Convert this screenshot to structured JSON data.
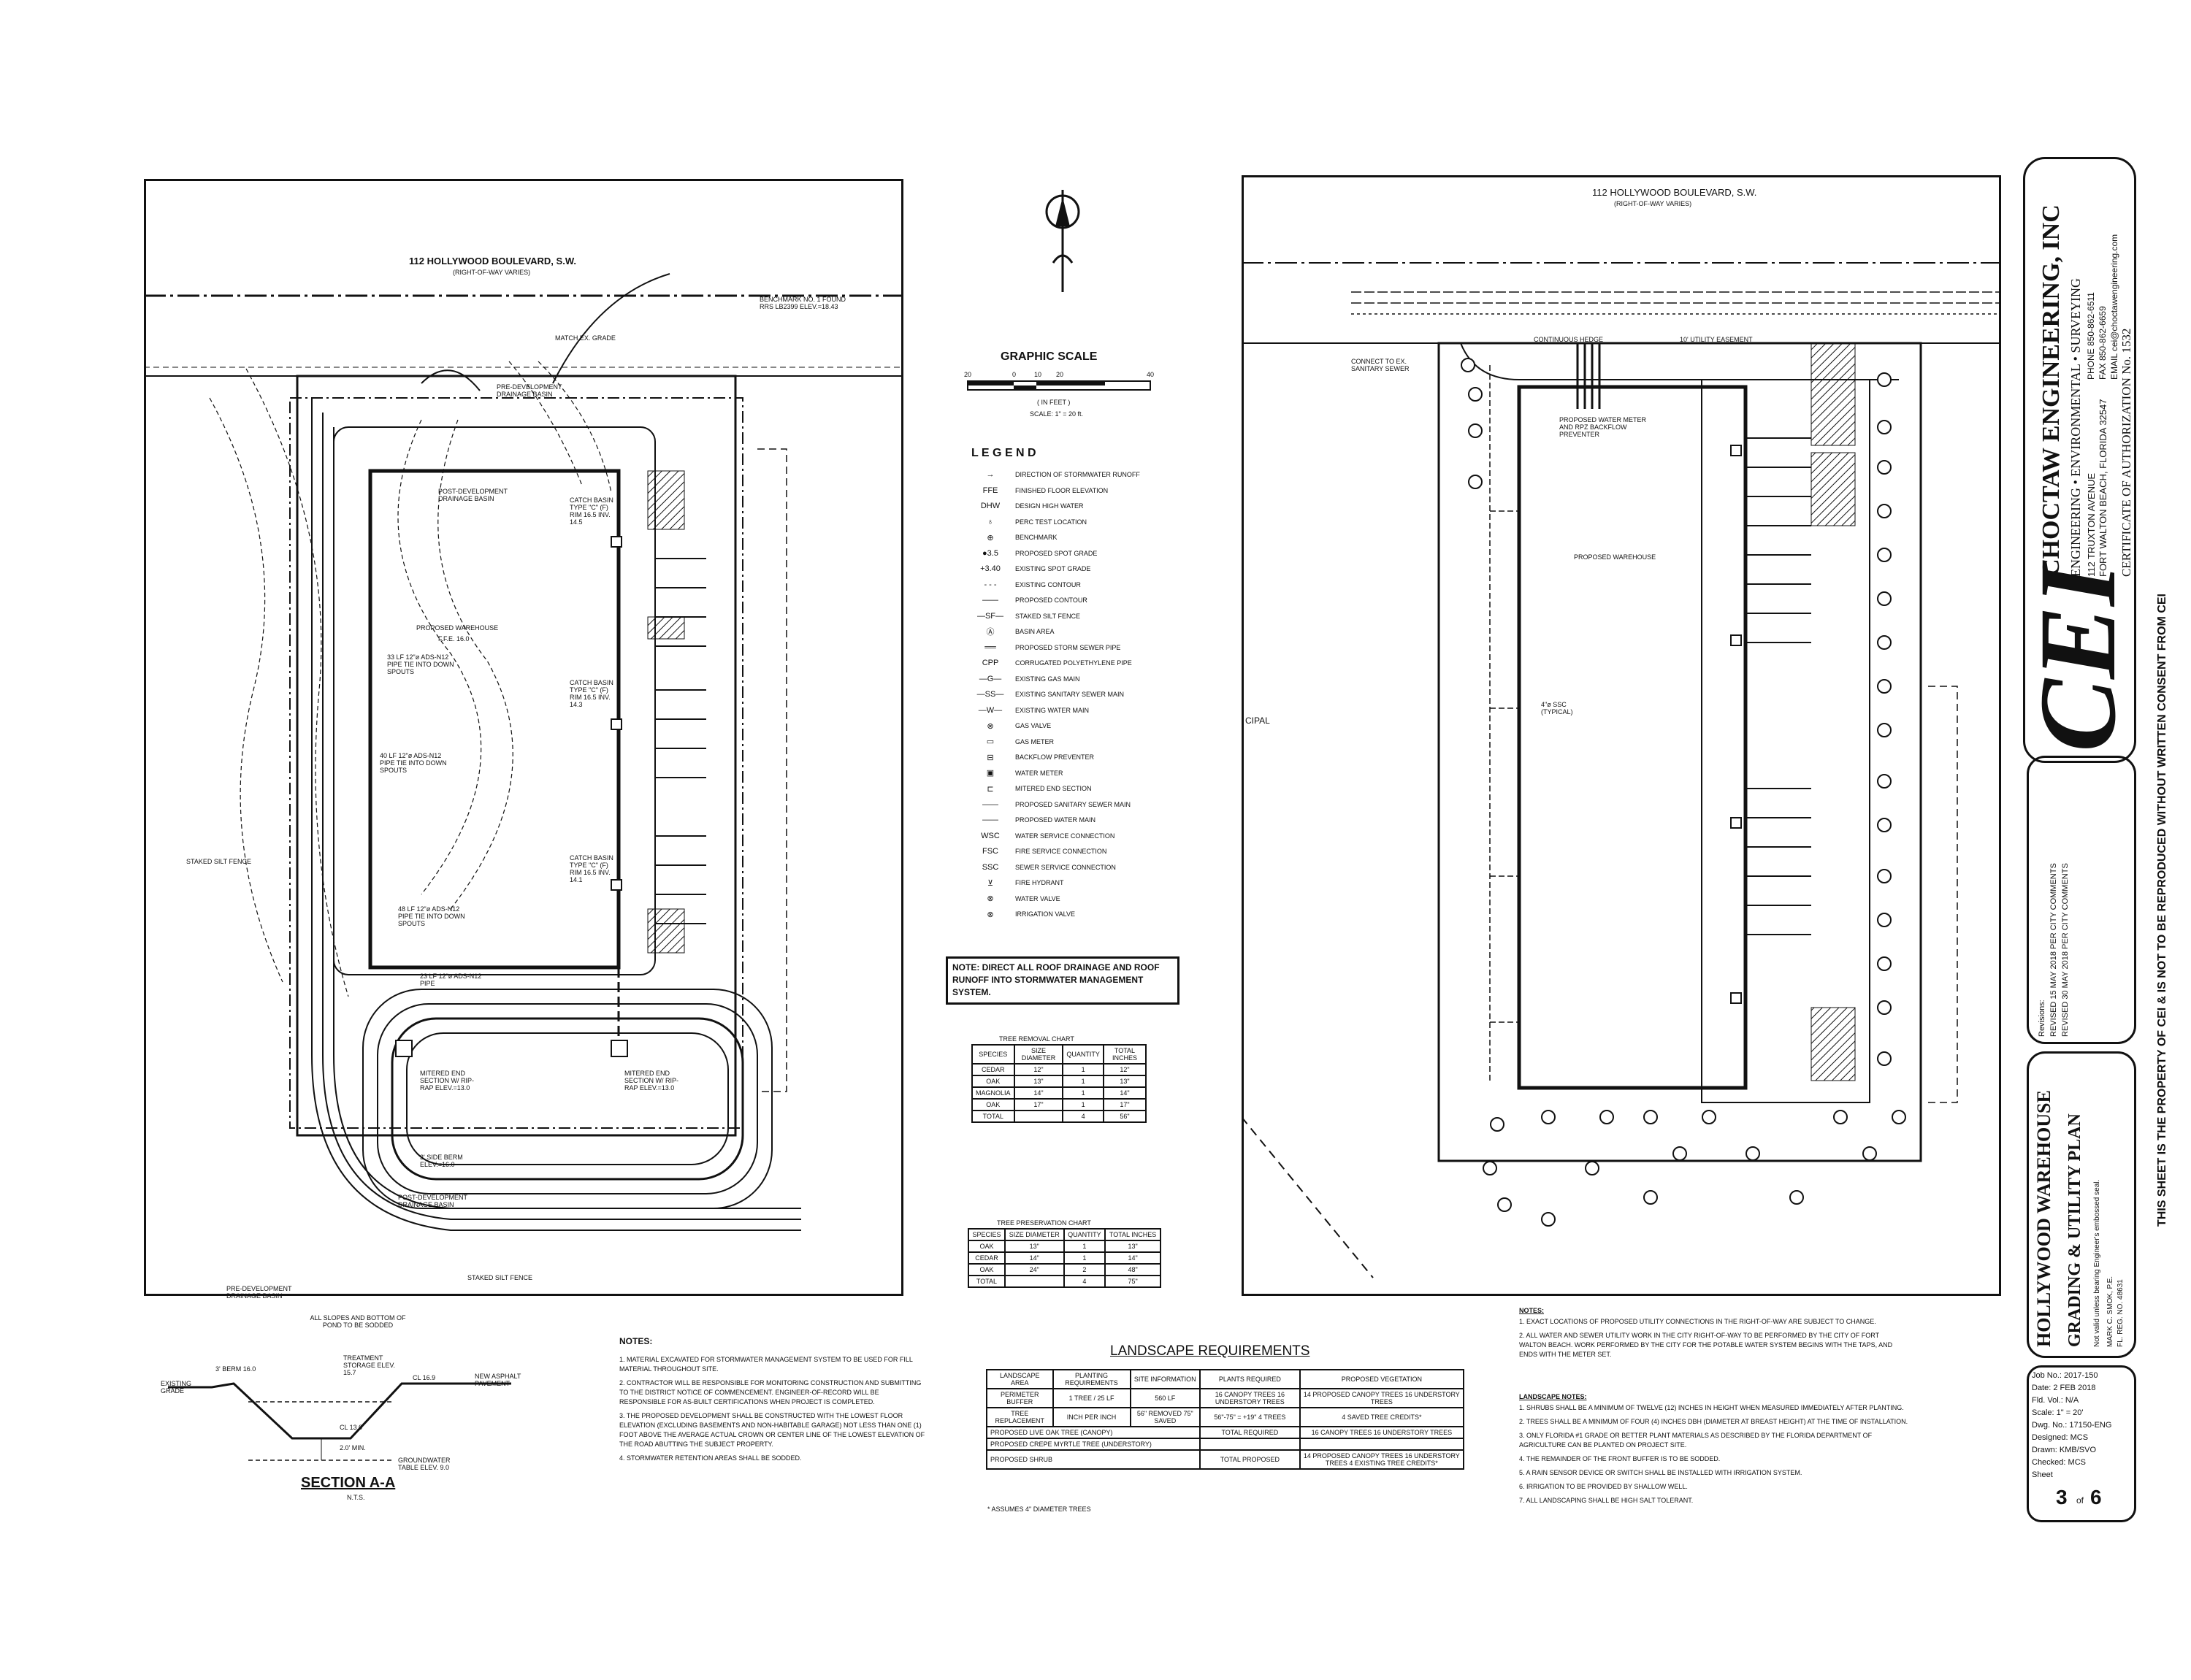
{
  "left_plan": {
    "road_name": "112 HOLLYWOOD BOULEVARD, S.W.",
    "road_row": "(RIGHT-OF-WAY VARIES)",
    "labels": {
      "benchmark": "BENCHMARK NO. 1 FOUND RRS LB2399 ELEV.=18.43",
      "match_grade": "MATCH EX. GRADE",
      "predev_basin": "PRE-DEVELOPMENT DRAINAGE BASIN",
      "postdev_basin": "POST-DEVELOPMENT DRAINAGE BASIN",
      "warehouse": "PROPOSED WAREHOUSE",
      "ffe": "F.F.E. 16.0",
      "catch_basin_1": "CATCH BASIN TYPE \"C\" (F) RIM 16.5 INV. 14.5",
      "catch_basin_2": "CATCH BASIN TYPE \"C\" (F) RIM 16.5 INV. 14.3",
      "catch_basin_3": "CATCH BASIN TYPE \"C\" (F) RIM 16.5 INV. 14.1",
      "pipe_1": "33 LF 12\"ø ADS-N12 PIPE TIE INTO DOWN SPOUTS",
      "pipe_2": "40 LF 12\"ø ADS-N12 PIPE TIE INTO DOWN SPOUTS",
      "pipe_3": "48 LF 12\"ø ADS-N12 PIPE TIE INTO DOWN SPOUTS",
      "pipe_4": "23 LF 12\"ø ADS-N12 PIPE",
      "silt_fence": "STAKED SILT FENCE",
      "silt_fence_2": "STAKED SILT FENCE",
      "mitered_1": "MITERED END SECTION W/ RIP-RAP ELEV.=13.0",
      "mitered_2": "MITERED END SECTION W/ RIP-RAP ELEV.=13.0",
      "side_berm": "3' SIDE BERM ELEV.=16.0",
      "postdev_basin_2": "POST-DEVELOPMENT DRAINAGE BASIN",
      "predev_basin_2": "PRE-DEVELOPMENT DRAINAGE BASIN",
      "slopes_note": "ALL SLOPES AND BOTTOM OF POND TO BE SODDED"
    }
  },
  "section": {
    "title": "SECTION A-A",
    "scale": "N.T.S.",
    "labels": {
      "berm": "3' BERM 16.0",
      "existing": "EXISTING GRADE",
      "treatment": "TREATMENT STORAGE ELEV. 15.7",
      "cl": "CL 16.9",
      "asphalt": "NEW ASPHALT PAVEMENT",
      "cl_low": "CL 13.0",
      "min": "2.0' MIN.",
      "gwt": "GROUNDWATER TABLE ELEV. 9.0"
    }
  },
  "notes_left": {
    "title": "NOTES:",
    "items": [
      "1. MATERIAL EXCAVATED FOR STORMWATER MANAGEMENT SYSTEM TO BE USED FOR FILL MATERIAL THROUGHOUT SITE.",
      "2. CONTRACTOR WILL BE RESPONSIBLE FOR MONITORING CONSTRUCTION AND SUBMITTING TO THE DISTRICT NOTICE OF COMMENCEMENT. ENGINEER-OF-RECORD WILL BE RESPONSIBLE FOR AS-BUILT CERTIFICATIONS WHEN PROJECT IS COMPLETED.",
      "3. THE PROPOSED DEVELOPMENT SHALL BE CONSTRUCTED WITH THE LOWEST FLOOR ELEVATION (EXCLUDING BASEMENTS AND NON-HABITABLE GARAGE) NOT LESS THAN ONE (1) FOOT ABOVE THE AVERAGE ACTUAL CROWN OR CENTER LINE OF THE LOWEST ELEVATION OF THE ROAD ABUTTING THE SUBJECT PROPERTY.",
      "4. STORMWATER RETENTION AREAS SHALL BE SODDED."
    ]
  },
  "graphic_scale": {
    "title": "GRAPHIC SCALE",
    "ticks": [
      "20",
      "0",
      "10",
      "20",
      "40"
    ],
    "unit": "( IN FEET )",
    "scale": "SCALE: 1\" = 20 ft."
  },
  "legend": {
    "title": "L E G E N D",
    "items": [
      {
        "sym": "→",
        "label": "DIRECTION OF STORMWATER RUNOFF"
      },
      {
        "sym": "FFE",
        "label": "FINISHED FLOOR ELEVATION"
      },
      {
        "sym": "DHW",
        "label": "DESIGN HIGH WATER"
      },
      {
        "sym": "♁",
        "label": "PERC TEST LOCATION"
      },
      {
        "sym": "⊕",
        "label": "BENCHMARK"
      },
      {
        "sym": "●3.5",
        "label": "PROPOSED SPOT GRADE"
      },
      {
        "sym": "+3.40",
        "label": "EXISTING SPOT GRADE"
      },
      {
        "sym": "- - -",
        "label": "EXISTING CONTOUR"
      },
      {
        "sym": "——",
        "label": "PROPOSED CONTOUR"
      },
      {
        "sym": "—SF—",
        "label": "STAKED SILT FENCE"
      },
      {
        "sym": "Ⓐ",
        "label": "BASIN AREA"
      },
      {
        "sym": "══",
        "label": "PROPOSED STORM SEWER PIPE"
      },
      {
        "sym": "CPP",
        "label": "CORRUGATED POLYETHYLENE PIPE"
      },
      {
        "sym": "—G—",
        "label": "EXISTING GAS MAIN"
      },
      {
        "sym": "—SS—",
        "label": "EXISTING SANITARY SEWER MAIN"
      },
      {
        "sym": "—W—",
        "label": "EXISTING WATER MAIN"
      },
      {
        "sym": "⊗",
        "label": "GAS VALVE"
      },
      {
        "sym": "▭",
        "label": "GAS METER"
      },
      {
        "sym": "⊟",
        "label": "BACKFLOW PREVENTER"
      },
      {
        "sym": "▣",
        "label": "WATER METER"
      },
      {
        "sym": "⊏",
        "label": "MITERED END SECTION"
      },
      {
        "sym": "——",
        "label": "PROPOSED SANITARY SEWER MAIN"
      },
      {
        "sym": "——",
        "label": "PROPOSED WATER MAIN"
      },
      {
        "sym": "WSC",
        "label": "WATER SERVICE CONNECTION"
      },
      {
        "sym": "FSC",
        "label": "FIRE SERVICE CONNECTION"
      },
      {
        "sym": "SSC",
        "label": "SEWER SERVICE CONNECTION"
      },
      {
        "sym": "⊻",
        "label": "FIRE HYDRANT"
      },
      {
        "sym": "⊗",
        "label": "WATER VALVE"
      },
      {
        "sym": "⊗",
        "label": "IRRIGATION VALVE"
      }
    ]
  },
  "note_box": "NOTE: DIRECT ALL ROOF DRAINAGE AND ROOF RUNOFF INTO STORMWATER MANAGEMENT SYSTEM.",
  "tree_removal": {
    "title": "TREE REMOVAL CHART",
    "headers": [
      "SPECIES",
      "SIZE DIAMETER",
      "QUANTITY",
      "TOTAL INCHES"
    ],
    "rows": [
      [
        "CEDAR",
        "12\"",
        "1",
        "12\""
      ],
      [
        "OAK",
        "13\"",
        "1",
        "13\""
      ],
      [
        "MAGNOLIA",
        "14\"",
        "1",
        "14\""
      ],
      [
        "OAK",
        "17\"",
        "1",
        "17\""
      ],
      [
        "TOTAL",
        "",
        "4",
        "56\""
      ]
    ]
  },
  "tree_preservation": {
    "title": "TREE PRESERVATION CHART",
    "headers": [
      "SPECIES",
      "SIZE DIAMETER",
      "QUANTITY",
      "TOTAL INCHES"
    ],
    "rows": [
      [
        "OAK",
        "13\"",
        "1",
        "13\""
      ],
      [
        "CEDAR",
        "14\"",
        "1",
        "14\""
      ],
      [
        "OAK",
        "24\"",
        "2",
        "48\""
      ],
      [
        "TOTAL",
        "",
        "4",
        "75\""
      ]
    ]
  },
  "landscape": {
    "title": "LANDSCAPE REQUIREMENTS",
    "headers": [
      "LANDSCAPE AREA",
      "PLANTING REQUIREMENTS",
      "SITE INFORMATION",
      "PLANTS REQUIRED",
      "PROPOSED VEGETATION"
    ],
    "rows": [
      [
        "PERIMETER BUFFER",
        "1 TREE / 25 LF",
        "560 LF",
        "16 CANOPY TREES 16 UNDERSTORY TREES",
        "14 PROPOSED CANOPY TREES 16 UNDERSTORY TREES"
      ],
      [
        "TREE REPLACEMENT",
        "INCH PER INCH",
        "56\" REMOVED 75\" SAVED",
        "56\"-75\" = +19\" 4 TREES",
        "4 SAVED TREE CREDITS*"
      ]
    ],
    "legend": [
      "PROPOSED LIVE OAK TREE (CANOPY)",
      "PROPOSED CREPE MYRTLE TREE (UNDERSTORY)",
      "PROPOSED SHRUB"
    ],
    "total_required_label": "TOTAL REQUIRED",
    "total_required": "16 CANOPY TREES 16 UNDERSTORY TREES",
    "total_proposed_label": "TOTAL PROPOSED",
    "total_proposed": "14 PROPOSED CANOPY TREES 16 UNDERSTORY TREES 4 EXISTING TREE CREDITS*",
    "footnote": "* ASSUMES 4\" DIAMETER TREES"
  },
  "right_plan": {
    "road_name": "112 HOLLYWOOD BOULEVARD, S.W.",
    "road_row": "(RIGHT-OF-WAY VARIES)",
    "labels": {
      "warehouse": "PROPOSED WAREHOUSE",
      "meter": "PROPOSED WATER METER AND RPZ BACKFLOW PREVENTER",
      "hedge": "CONTINUOUS HEDGE",
      "easement": "10' UTILITY EASEMENT",
      "connect": "CONNECT TO EX. SANITARY SEWER",
      "esc": "4\"ø SSC (TYPICAL)",
      "principal": "CIPAL"
    }
  },
  "notes_right": {
    "title": "NOTES:",
    "items": [
      "1. EXACT LOCATIONS OF PROPOSED UTILITY CONNECTIONS IN THE RIGHT-OF-WAY ARE SUBJECT TO CHANGE.",
      "2. ALL WATER AND SEWER UTILITY WORK IN THE CITY RIGHT-OF-WAY TO BE PERFORMED BY THE CITY OF FORT WALTON BEACH. WORK PERFORMED BY THE CITY FOR THE POTABLE WATER SYSTEM BEGINS WITH THE TAPS, AND ENDS WITH THE METER SET."
    ]
  },
  "landscape_notes": {
    "title": "LANDSCAPE NOTES:",
    "items": [
      "1. SHRUBS SHALL BE A MINIMUM OF TWELVE (12) INCHES IN HEIGHT WHEN MEASURED IMMEDIATELY AFTER PLANTING.",
      "2. TREES SHALL BE A MINIMUM OF FOUR (4) INCHES DBH (DIAMETER AT BREAST HEIGHT) AT THE TIME OF INSTALLATION.",
      "3. ONLY FLORIDA #1 GRADE OR BETTER PLANT MATERIALS AS DESCRIBED BY THE FLORIDA DEPARTMENT OF AGRICULTURE CAN BE PLANTED ON PROJECT SITE.",
      "4. THE REMAINDER OF THE FRONT BUFFER IS TO BE SODDED.",
      "5. A RAIN SENSOR DEVICE OR SWITCH SHALL BE INSTALLED WITH IRRIGATION SYSTEM.",
      "6. IRRIGATION TO BE PROVIDED BY SHALLOW WELL.",
      "7. ALL LANDSCAPING SHALL BE HIGH SALT TOLERANT."
    ]
  },
  "title_block": {
    "logo": "CEI",
    "company": "CHOCTAW ENGINEERING, INC",
    "services": "ENGINEERING • ENVIRONMENTAL • SURVEYING",
    "address1": "112 TRUXTON AVENUE",
    "address2": "FORT WALTON BEACH, FLORIDA 32547",
    "phone": "PHONE 850-862-6511",
    "fax": "FAX 850-862-6659",
    "email": "EMAIL cei@choctawengineering.com",
    "certificate": "CERTIFICATE OF AUTHORIZATION No. 1532",
    "copyright": "THIS SHEET IS THE PROPERTY OF CEI & IS NOT TO BE REPRODUCED WITHOUT WRITTEN CONSENT FROM CEI",
    "revisions_label": "Revisions:",
    "revision_1": "REVISED 15 MAY 2018 PER CITY COMMENTS",
    "revision_2": "REVISED 30 MAY 2018 PER CITY COMMENTS",
    "project": "HOLLYWOOD WAREHOUSE",
    "sheet_title": "GRADING & UTILITY PLAN",
    "seal_note": "Not valid unless bearing Engineer's embossed seal.",
    "engineer": "MARK C. SMOK, P.E.",
    "license": "FL. REG. NO. 48631",
    "job_no": "Job No.: 2017-150",
    "date": "Date: 2 FEB 2018",
    "fld_vol": "Fld. Vol.: N/A",
    "scale": "Scale: 1\" = 20'",
    "dwg_no": "Dwg. No.: 17150-ENG",
    "designed": "Designed: MCS",
    "drawn": "Drawn: KMB/SVO",
    "checked": "Checked: MCS",
    "sheet_label": "Sheet",
    "sheet_no": "3",
    "sheet_of": "of",
    "sheet_total": "6"
  }
}
